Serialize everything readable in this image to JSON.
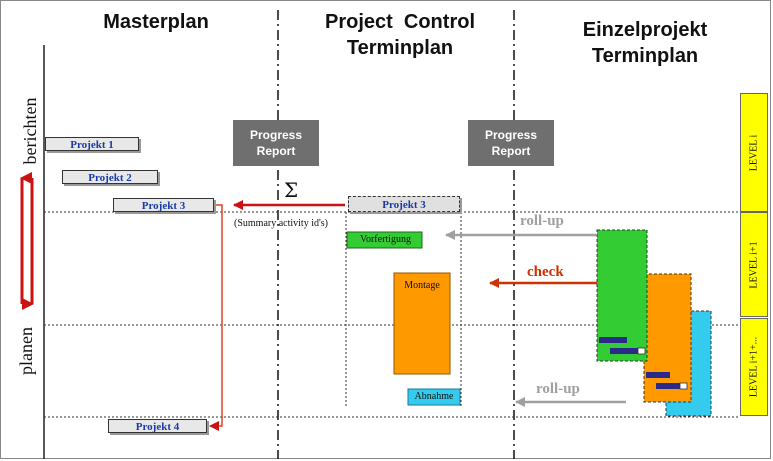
{
  "columns": {
    "masterplan": "Masterplan",
    "project_control_line1": "Project  Control",
    "project_control_line2": "Terminplan",
    "einzel_line1": "Einzelprojekt",
    "einzel_line2": "Terminplan"
  },
  "side_labels": {
    "berichten": "berichten",
    "planen": "planen"
  },
  "projects": {
    "p1": "Projekt 1",
    "p2": "Projekt 2",
    "p3": "Projekt 3",
    "p4": "Projekt 4",
    "p3_detail": "Projekt 3"
  },
  "progress_report": {
    "line1": "Progress",
    "line2": "Report"
  },
  "sigma": "Σ",
  "summary_note": "(Summary  activity  id's)",
  "activities": {
    "vorfertigung": "Vorfertigung",
    "montage": "Montage",
    "abnahme": "Abnahme"
  },
  "arrows": {
    "rollup_top": "roll-up",
    "check": "check",
    "rollup_bottom": "roll-up"
  },
  "levels": {
    "level_i": "LEVEL  i",
    "level_i1": "LEVEL  i+1",
    "level_i2": "LEVEL  i+1+..."
  },
  "colors": {
    "red": "#cc1111",
    "orange_red": "#cc3300",
    "gray_arrow": "#a0a0a0",
    "green": "#33cc33",
    "orange": "#ff9900",
    "cyan": "#33ccee",
    "navy": "#2a2a8a",
    "yellow": "#ffff00",
    "gray_box": "#6f6f6f"
  }
}
